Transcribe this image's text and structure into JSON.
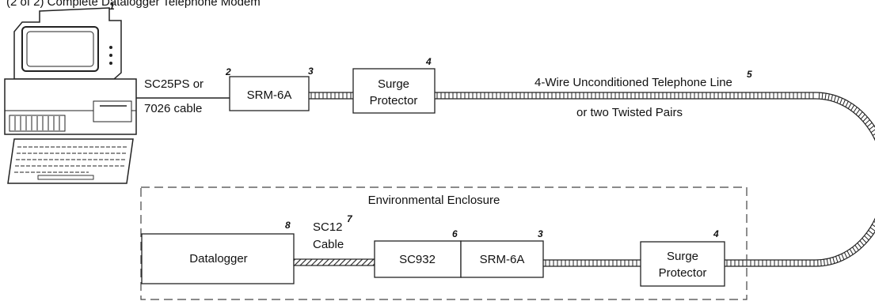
{
  "header_text": "(2 of 2)          Complete Datalogger Telephone Modem",
  "computer": {
    "number": "1"
  },
  "cable_to_srm": {
    "line1": "SC25PS or",
    "line2": "7026 cable",
    "number": "2"
  },
  "srm_top": {
    "label": "SRM-6A",
    "number": "3"
  },
  "surge_top": {
    "line1": "Surge",
    "line2": "Protector",
    "number": "4"
  },
  "phone_line": {
    "line1": "4-Wire Unconditioned Telephone Line",
    "line2": "or two Twisted Pairs",
    "number": "5"
  },
  "enclosure": {
    "label": "Environmental Enclosure"
  },
  "datalogger": {
    "label": "Datalogger",
    "number": "8"
  },
  "sc12": {
    "line1": "SC12",
    "line2": "Cable",
    "number": "7"
  },
  "sc932": {
    "label": "SC932",
    "number": "6"
  },
  "srm_bottom": {
    "label": "SRM-6A",
    "number": "3"
  },
  "surge_bottom": {
    "line1": "Surge",
    "line2": "Protector",
    "number": "4"
  }
}
